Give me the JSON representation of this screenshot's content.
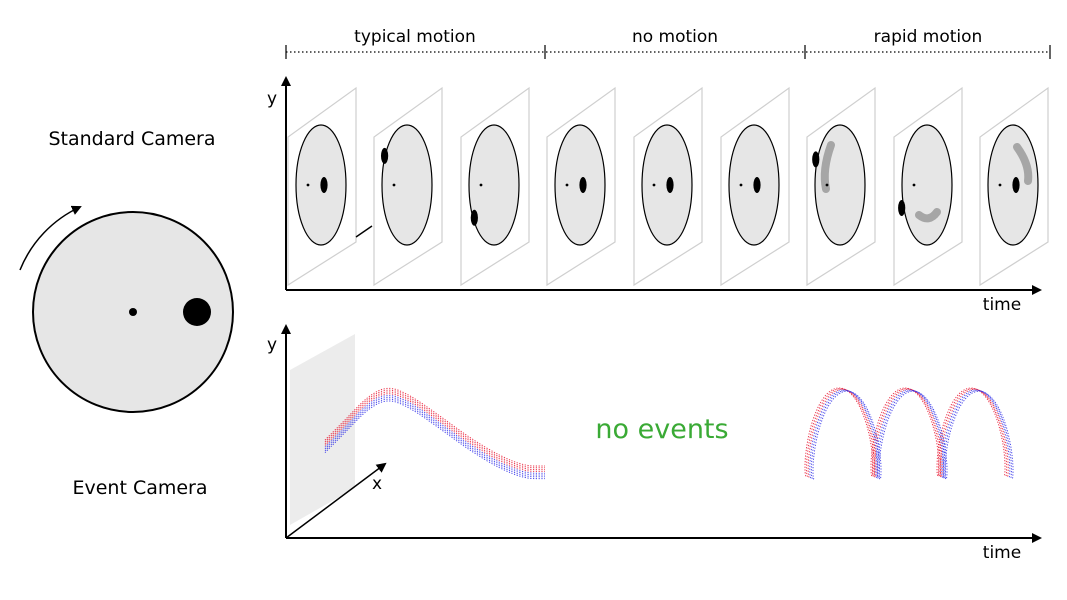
{
  "phases": {
    "typical": "typical motion",
    "none": "no motion",
    "rapid": "rapid motion"
  },
  "standard_camera": {
    "label": "Standard Camera",
    "axis_y": "y",
    "axis_time": "time"
  },
  "event_camera": {
    "label": "Event Camera",
    "axis_y": "y",
    "axis_x": "x",
    "axis_time": "time",
    "no_events": "no events"
  },
  "colors": {
    "disk_fill": "#e6e6e6",
    "event_positive": "#e8102a",
    "event_negative": "#2a2ae8",
    "no_events_text": "#3aaa35",
    "motion_blur": "#a6a6a6"
  }
}
